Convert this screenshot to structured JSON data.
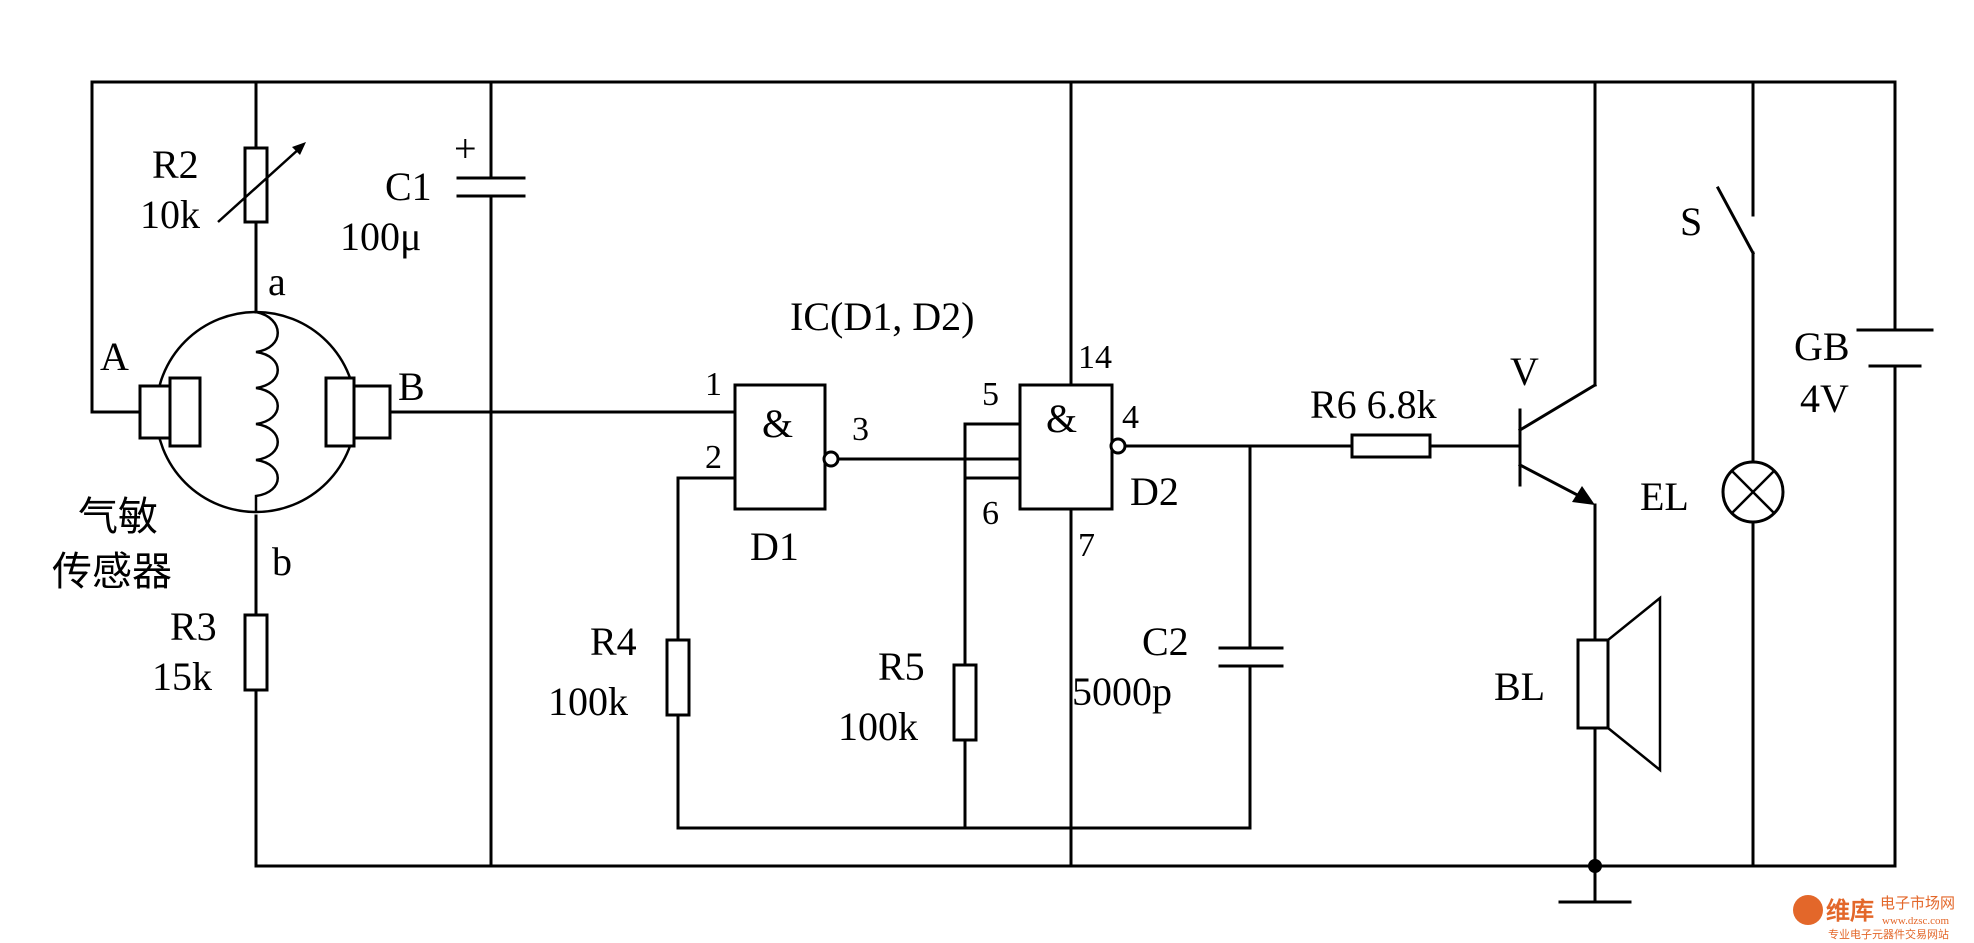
{
  "labels": {
    "r2": "R2",
    "r2_val": "10k",
    "c1": "C1",
    "c1_val": "100μ",
    "c1_plus": "+",
    "node_a": "a",
    "node_b": "b",
    "pin_A": "A",
    "pin_B": "B",
    "sensor_line1": "气敏",
    "sensor_line2": "传感器",
    "r3": "R3",
    "r3_val": "15k",
    "ic": "IC(D1, D2)",
    "gate_sym": "&",
    "d1": "D1",
    "d2": "D2",
    "d1_pin1": "1",
    "d1_pin2": "2",
    "d1_pin3": "3",
    "d2_pin5": "5",
    "d2_pin6": "6",
    "d2_pin4": "4",
    "d2_pin14": "14",
    "d2_pin7": "7",
    "r4": "R4",
    "r4_val": "100k",
    "r5": "R5",
    "r5_val": "100k",
    "c2": "C2",
    "c2_val": "5000p",
    "r6": "R6 6.8k",
    "v": "V",
    "bl": "BL",
    "s": "S",
    "gb": "GB",
    "gb_val": "4V",
    "el": "EL"
  },
  "watermark": {
    "brand": "维库",
    "brand_sub": "电子市场网",
    "url": "www.dzsc.com",
    "slogan": "专业电子元器件交易网站"
  }
}
